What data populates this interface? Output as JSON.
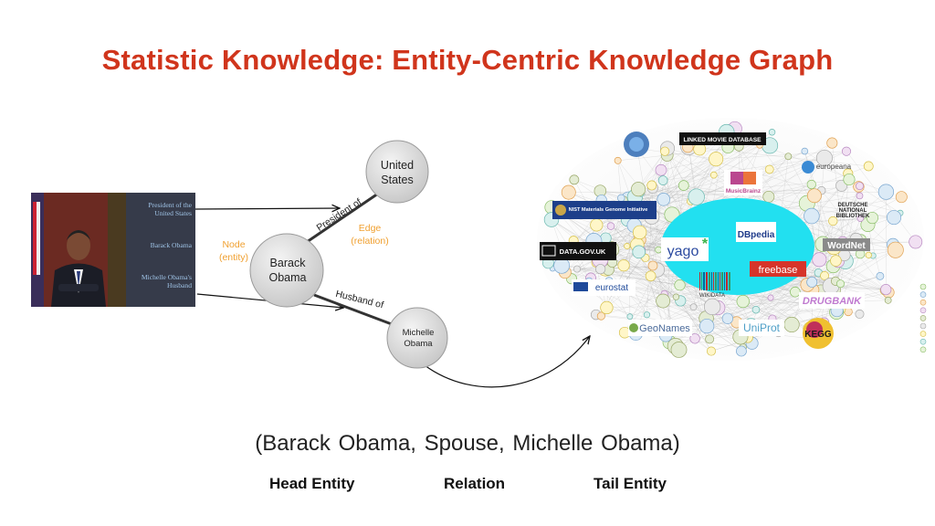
{
  "slide": {
    "title": "Statistic Knowledge: Entity-Centric Knowledge Graph"
  },
  "photo": {
    "labels": [
      "President of the United States",
      "Barack Obama",
      "Michelle Obama's Husband"
    ]
  },
  "graph": {
    "nodes": {
      "united_states": "United States",
      "barack_obama": "Barack Obama",
      "michelle_obama": "Michelle Obama"
    },
    "edges": {
      "president_of": "President of",
      "husband_of": "Husband of"
    },
    "annotations": {
      "node": "Node (entity)",
      "edge": "Edge (relation)"
    },
    "annotation_color": "#f0a030"
  },
  "cloud": {
    "highlight_color": "#22e0f0",
    "logos": {
      "dbpedia": "DBpedia",
      "yago": "yago",
      "freebase": "freebase",
      "wikidata": "WIKIDATA",
      "wordnet": "WordNet",
      "drugbank": "DRUGBANK",
      "uniprot": "UniProt",
      "geonames": "GeoNames",
      "eurostat": "eurostat",
      "datagovuk": "DATA.GOV.UK",
      "nist": "NIST Materials Genome Initiative",
      "europeana": "europeana",
      "dnb": "DEUTSCHE NATIONAL BIBLIOTHEK",
      "musicbrainz": "MusicBrainz",
      "linkedmdb": "LINKED MOVIE DATABASE",
      "kegg": "KEGG"
    }
  },
  "triple": {
    "text": "(Barack Obama,  Spouse,   Michelle Obama)",
    "head_label": "Head Entity",
    "relation_label": "Relation",
    "tail_label": "Tail Entity"
  }
}
